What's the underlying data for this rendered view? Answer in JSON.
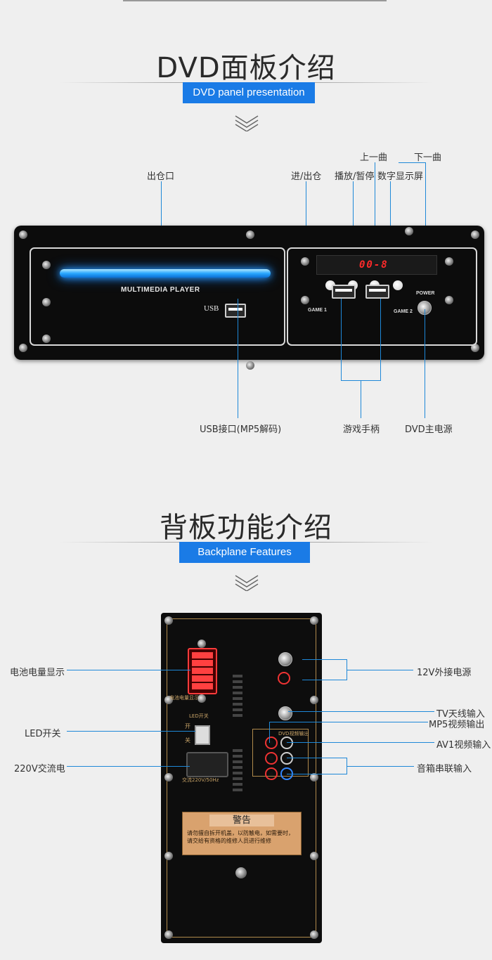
{
  "section1": {
    "title": "DVD面板介绍",
    "subtitle": "DVD panel presentation",
    "labels": {
      "disc_slot": "出仓口",
      "eject": "进/出仓",
      "play_pause": "播放/暂停",
      "prev": "上一曲",
      "display": "数字显示屏",
      "next": "下一曲",
      "usb": "USB接口(MP5解码)",
      "gamepad": "游戏手柄",
      "power": "DVD主电源"
    },
    "panel": {
      "brand_text": "MULTIMEDIA PLAYER",
      "usb_text": "USB",
      "game1": "GAME 1",
      "game2": "GAME 2",
      "power_text": "POWER",
      "display_digits": "00-8"
    }
  },
  "section2": {
    "title": "背板功能介绍",
    "subtitle": "Backplane Features",
    "labels": {
      "battery": "电池电量显示",
      "led_switch": "LED开关",
      "ac": "220V交流电",
      "dc12": "12V外接电源",
      "tv": "TV天线输入",
      "mp5": "MP5视频输出",
      "av1": "AV1视频输入",
      "cascade": "音箱串联输入"
    },
    "panel": {
      "battery_caption": "电池电量显示",
      "led_switch_title": "LED开关",
      "on": "开",
      "off": "关",
      "ac_caption": "交流220V/50Hz",
      "warning_title": "警告",
      "warning_text": "请勿擅自拆开机盖，以防触电，如需要时，请交给有资格的维修人员进行维修",
      "dvd_out": "DVD视频输出"
    }
  }
}
